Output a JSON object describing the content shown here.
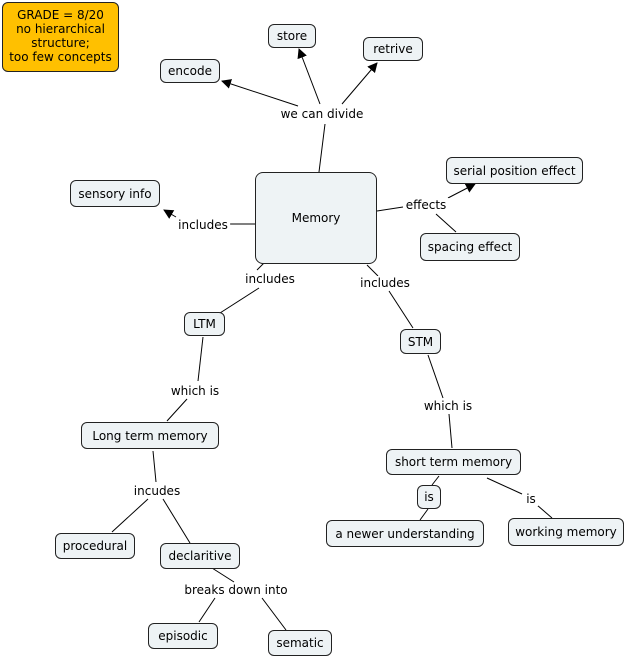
{
  "grade": {
    "lines": [
      "GRADE = 8/20",
      "no hierarchical",
      "structure;",
      "too few concepts"
    ],
    "color": "#ffc000"
  },
  "colors": {
    "node_fill": "#eef3f5",
    "line": "#000000"
  },
  "concepts": {
    "memory": "Memory",
    "store": "store",
    "retrive": "retrive",
    "encode": "encode",
    "sensory_info": "sensory info",
    "serial_position_effect": "serial position effect",
    "spacing_effect": "spacing effect",
    "ltm": "LTM",
    "stm": "STM",
    "long_term_memory": "Long term memory",
    "short_term_memory": "short term memory",
    "procedural": "procedural",
    "declaritive": "declaritive",
    "episodic": "episodic",
    "sematic": "sematic",
    "a_newer_understanding": "a newer understanding",
    "working_memory": "working memory"
  },
  "links": {
    "we_can_divide": "we can divide",
    "includes_left": "includes",
    "effects": "effects",
    "includes_ltm": "includes",
    "includes_stm": "includes",
    "which_is_ltm": "which is",
    "which_is_stm": "which is",
    "incudes": "incudes",
    "breaks_down_into": "breaks down into",
    "is_newer": "is",
    "is_working": "is"
  }
}
